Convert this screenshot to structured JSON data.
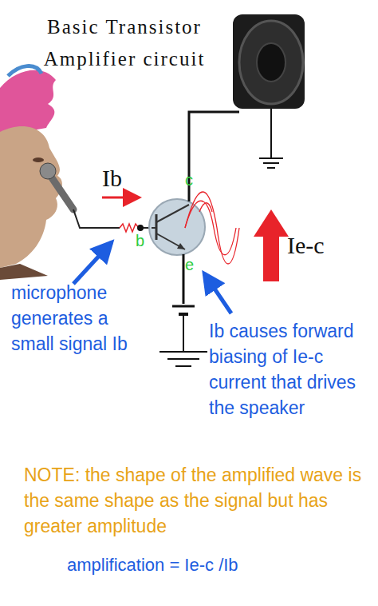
{
  "diagram": {
    "title": "Basic Transistor Amplifier circuit",
    "labels": [
      "Ib",
      "c",
      "b",
      "e",
      "Ie-c",
      "microphone generates a small signal Ib",
      "Ib causes forward biasing of Ie-c current that drives the speaker",
      "NOTE: the shape of the amplified wave is the same shape as the signal but has greater amplitude",
      "amplification = Ie-c /Ib"
    ]
  }
}
